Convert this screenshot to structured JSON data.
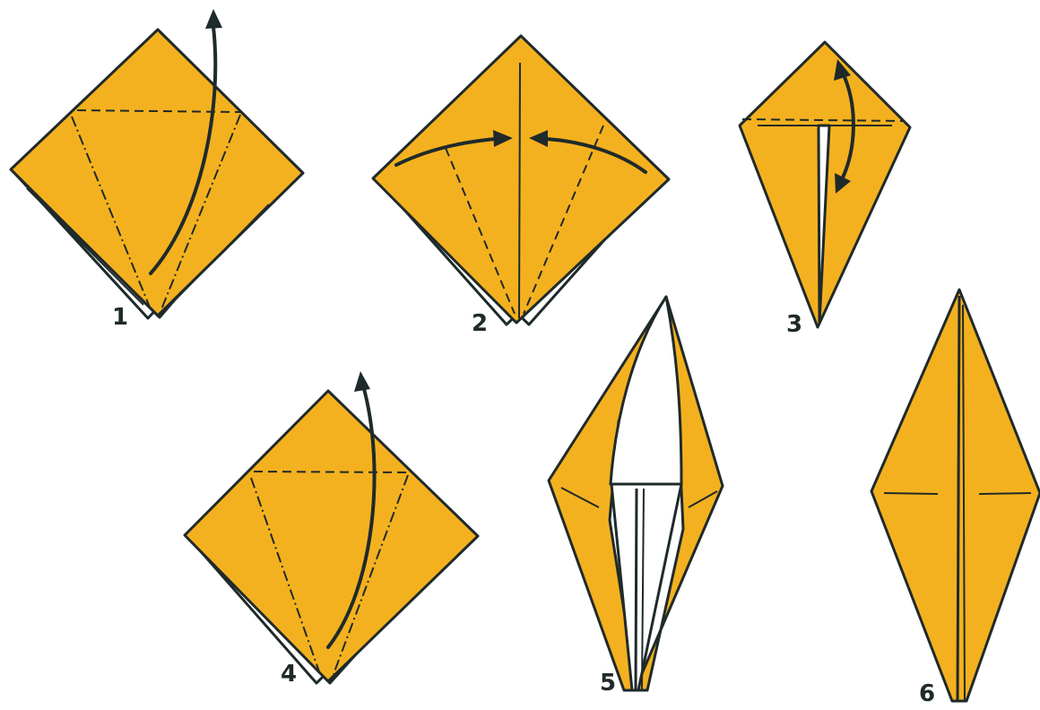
{
  "steps": [
    {
      "number": "1"
    },
    {
      "number": "2"
    },
    {
      "number": "3"
    },
    {
      "number": "4"
    },
    {
      "number": "5"
    },
    {
      "number": "6"
    }
  ],
  "colors": {
    "paper": "#f4b11f",
    "outline": "#1f2a2a",
    "background": "#ffffff"
  }
}
